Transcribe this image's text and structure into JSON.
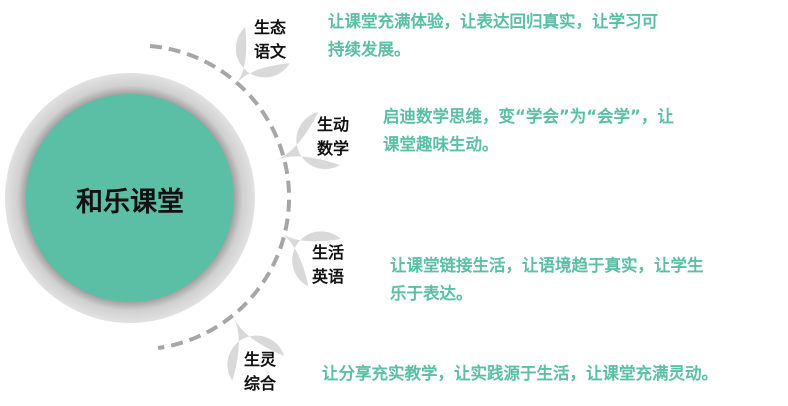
{
  "center_title": "和乐课堂",
  "colors": {
    "teal": "#5bbfa6",
    "ring": "#d9d9d9",
    "drop": "#d9d9d9",
    "dash": "#a6a6a6",
    "text": "#5bbfa6"
  },
  "items": [
    {
      "label1": "生态",
      "label2": "语文",
      "desc1": "让课堂充满体验，让表达回归真实，让学习可",
      "desc2": "持续发展。"
    },
    {
      "label1": "生动",
      "label2": "数学",
      "desc1": "启迪数学思维，变“学会”为“会学”，让",
      "desc2": "课堂趣味生动。"
    },
    {
      "label1": "生活",
      "label2": "英语",
      "desc1": "让课堂链接生活，让语境趋于真实，让学生",
      "desc2": "乐于表达。"
    },
    {
      "label1": "生灵",
      "label2": "综合",
      "desc1": "让分享充实教学，让实践源于生活，让课堂充满灵动。"
    }
  ]
}
